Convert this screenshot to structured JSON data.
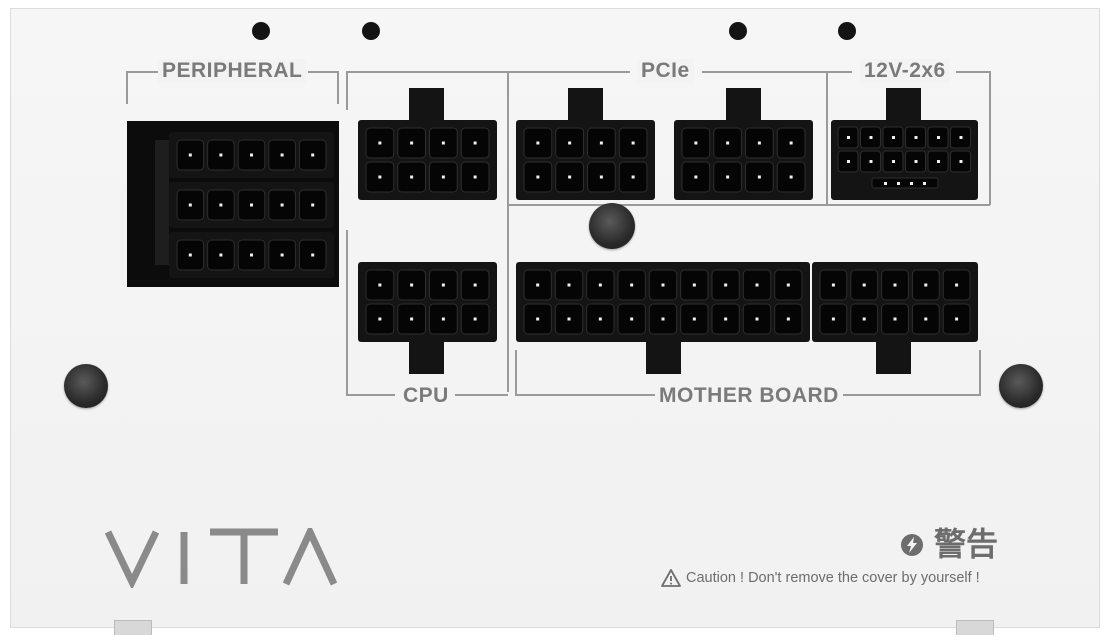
{
  "labels": {
    "peripheral": "PERIPHERAL",
    "pcie": "PCIe",
    "hpwr": "12V-2x6",
    "cpu": "CPU",
    "motherboard": "MOTHER BOARD"
  },
  "brand": "VITA",
  "warning": {
    "title": "警告",
    "caution": "Caution ! Don't remove the cover by yourself !"
  },
  "colors": {
    "panel": "#f3f3f3",
    "connector": "#141414",
    "pin": "#f0f0f0",
    "label": "#7a7a7a",
    "screw": "#2a2a2a"
  }
}
